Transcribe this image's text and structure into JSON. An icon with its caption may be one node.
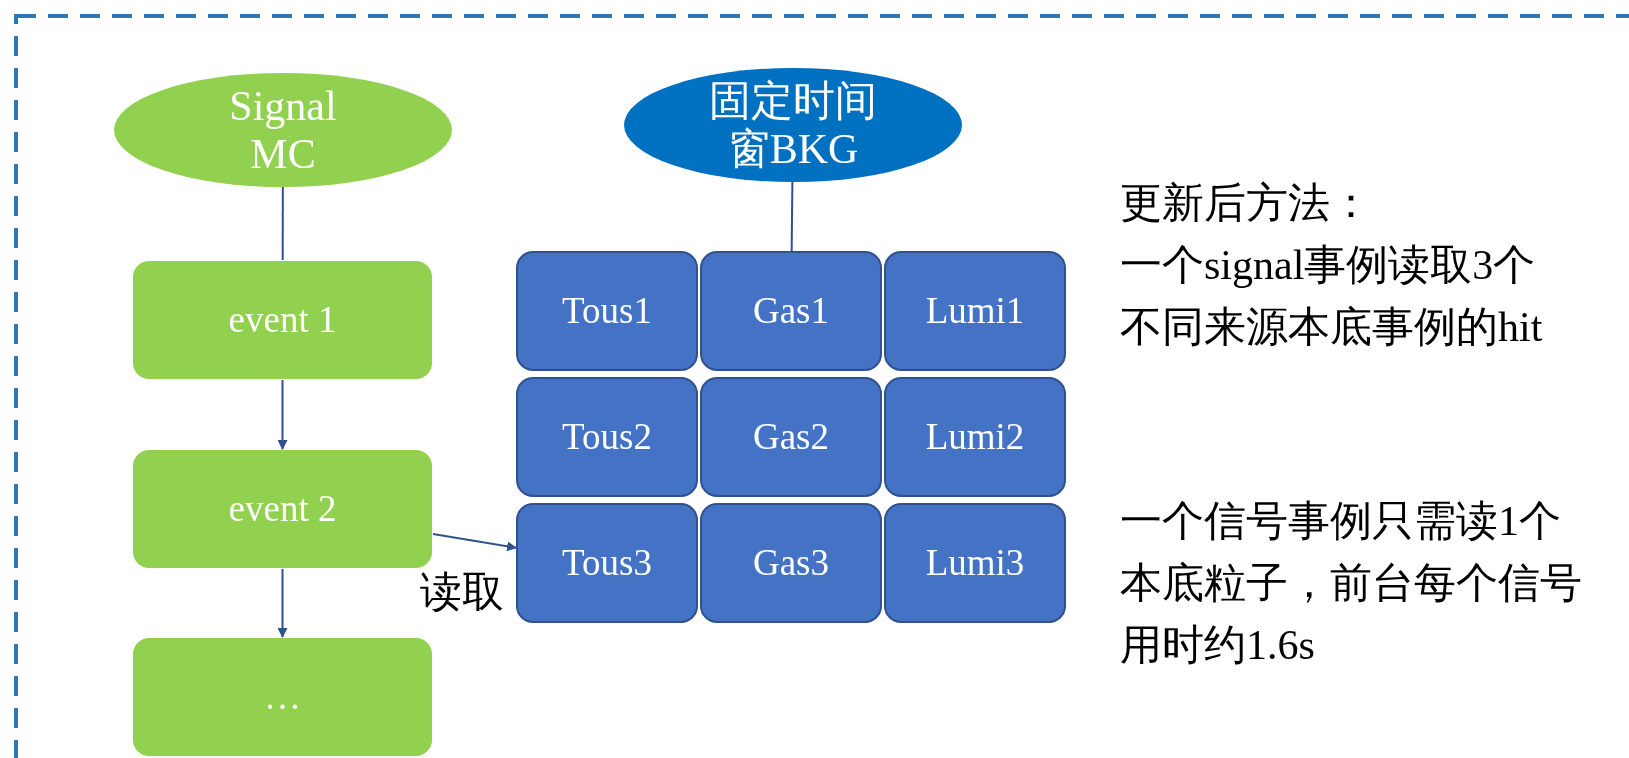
{
  "diagram": {
    "nodes": [
      {
        "text": [
          "Signal MC"
        ]
      },
      {
        "text": [
          "event 1"
        ]
      },
      {
        "text": [
          "event 2"
        ]
      },
      {
        "text": [
          "…"
        ]
      },
      {
        "text": [
          "固定时间窗BKG"
        ]
      },
      {
        "text": [
          "Tous1"
        ]
      },
      {
        "text": [
          "Gas1"
        ]
      },
      {
        "text": [
          "Lumi1"
        ]
      },
      {
        "text": [
          "Tous2"
        ]
      },
      {
        "text": [
          "Gas2"
        ]
      },
      {
        "text": [
          "Lumi2"
        ]
      },
      {
        "text": [
          "Tous3"
        ]
      },
      {
        "text": [
          "Gas3"
        ]
      },
      {
        "text": [
          "Lumi3"
        ]
      }
    ],
    "edges": [
      {
        "from": 0,
        "to": 1,
        "arrow": "none"
      },
      {
        "from": 1,
        "to": 2,
        "arrow": "to"
      },
      {
        "from": 2,
        "to": 3,
        "arrow": "to"
      },
      {
        "from": 4,
        "to": 6,
        "arrow": "none"
      },
      {
        "from": 2,
        "to": 11,
        "arrow": "to",
        "label": "读取"
      }
    ],
    "labels": [
      "更新后方法：",
      "一个signal事例读取3个不同来源本底事例的hit",
      "一个信号事例只需读1个本底粒子，前台每个信号用时约1.6s"
    ]
  }
}
